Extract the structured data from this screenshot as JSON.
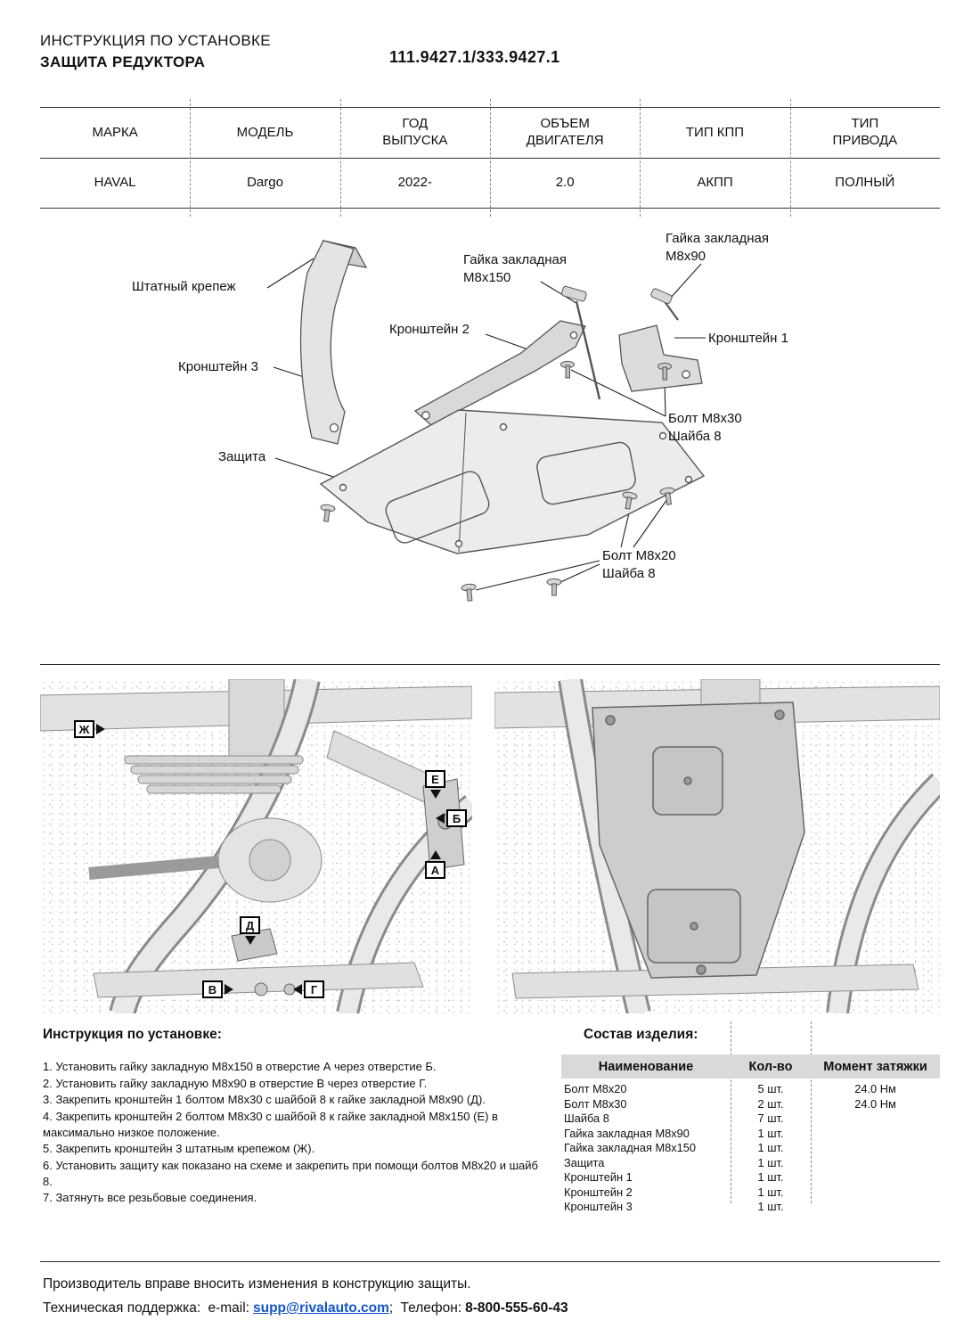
{
  "header": {
    "title_line1": "ИНСТРУКЦИЯ ПО УСТАНОВКЕ",
    "title_line2": "ЗАЩИТА РЕДУКТОРА",
    "part_number": "111.9427.1/333.9427.1"
  },
  "vehicle_table": {
    "headers": [
      "МАРКА",
      "МОДЕЛЬ",
      "ГОД\nВЫПУСКА",
      "ОБЪЕМ\nДВИГАТЕЛЯ",
      "ТИП КПП",
      "ТИП\nПРИВОДА"
    ],
    "row": [
      "HAVAL",
      "Dargo",
      "2022-",
      "2.0",
      "АКПП",
      "ПОЛНЫЙ"
    ]
  },
  "diagram": {
    "labels": {
      "nut_m8x90": "Гайка закладная\nМ8х90",
      "nut_m8x150": "Гайка закладная\nМ8х150",
      "shtatny_krepezh": "Штатный крепеж",
      "bracket2": "Кронштейн 2",
      "bracket1": "Кронштейн 1",
      "bracket3": "Кронштейн 3",
      "bolt_m8x30": "Болт М8х30\nШайба 8",
      "zashita": "Защита",
      "bolt_m8x20": "Болт М8х20\nШайба 8"
    }
  },
  "photos": {
    "markers": [
      "Ж",
      "Е",
      "Б",
      "А",
      "Д",
      "В",
      "Г"
    ]
  },
  "instructions": {
    "title": "Инструкция по установке:",
    "steps": [
      "1. Установить гайку закладную М8х150 в отверстие А через отверстие Б.",
      "2. Установить гайку закладную М8х90 в отверстие В через отверстие Г.",
      "3. Закрепить кронштейн 1 болтом М8х30 с шайбой 8 к гайке закладной М8х90 (Д).",
      "4. Закрепить кронштейн 2 болтом М8х30 с шайбой 8 к гайке закладной М8х150 (Е) в максимально низкое положение.",
      "5. Закрепить кронштейн 3 штатным крепежом (Ж).",
      "6. Установить защиту как показано на схеме и закрепить при помощи болтов М8х20 и шайб 8.",
      "7. Затянуть все резьбовые соединения."
    ]
  },
  "parts": {
    "title": "Состав изделия:",
    "headers": [
      "Наименование",
      "Кол-во",
      "Момент затяжки"
    ],
    "rows": [
      {
        "name": "Болт М8х20",
        "qty": "5 шт.",
        "torque": "24.0 Нм"
      },
      {
        "name": "Болт М8х30",
        "qty": "2 шт.",
        "torque": "24.0 Нм"
      },
      {
        "name": "Шайба 8",
        "qty": "7 шт.",
        "torque": ""
      },
      {
        "name": "Гайка закладная М8х90",
        "qty": "1 шт.",
        "torque": ""
      },
      {
        "name": "Гайка закладная М8х150",
        "qty": "1 шт.",
        "torque": ""
      },
      {
        "name": "Защита",
        "qty": "1 шт.",
        "torque": ""
      },
      {
        "name": "Кронштейн 1",
        "qty": "1 шт.",
        "torque": ""
      },
      {
        "name": "Кронштейн 2",
        "qty": "1 шт.",
        "torque": ""
      },
      {
        "name": "Кронштейн 3",
        "qty": "1 шт.",
        "torque": ""
      }
    ]
  },
  "footer": {
    "line1": "Производитель вправе вносить изменения в конструкцию защиты.",
    "support_label": "Техническая поддержка:",
    "email_label": "e-mail:",
    "email": "supp@rivalauto.com",
    "after_email": ";",
    "phone_label": "Телефон:",
    "phone": "8-800-555-60-43"
  },
  "colors": {
    "accent_link": "#1155cc",
    "table_header_bg": "#d9d9d9"
  }
}
